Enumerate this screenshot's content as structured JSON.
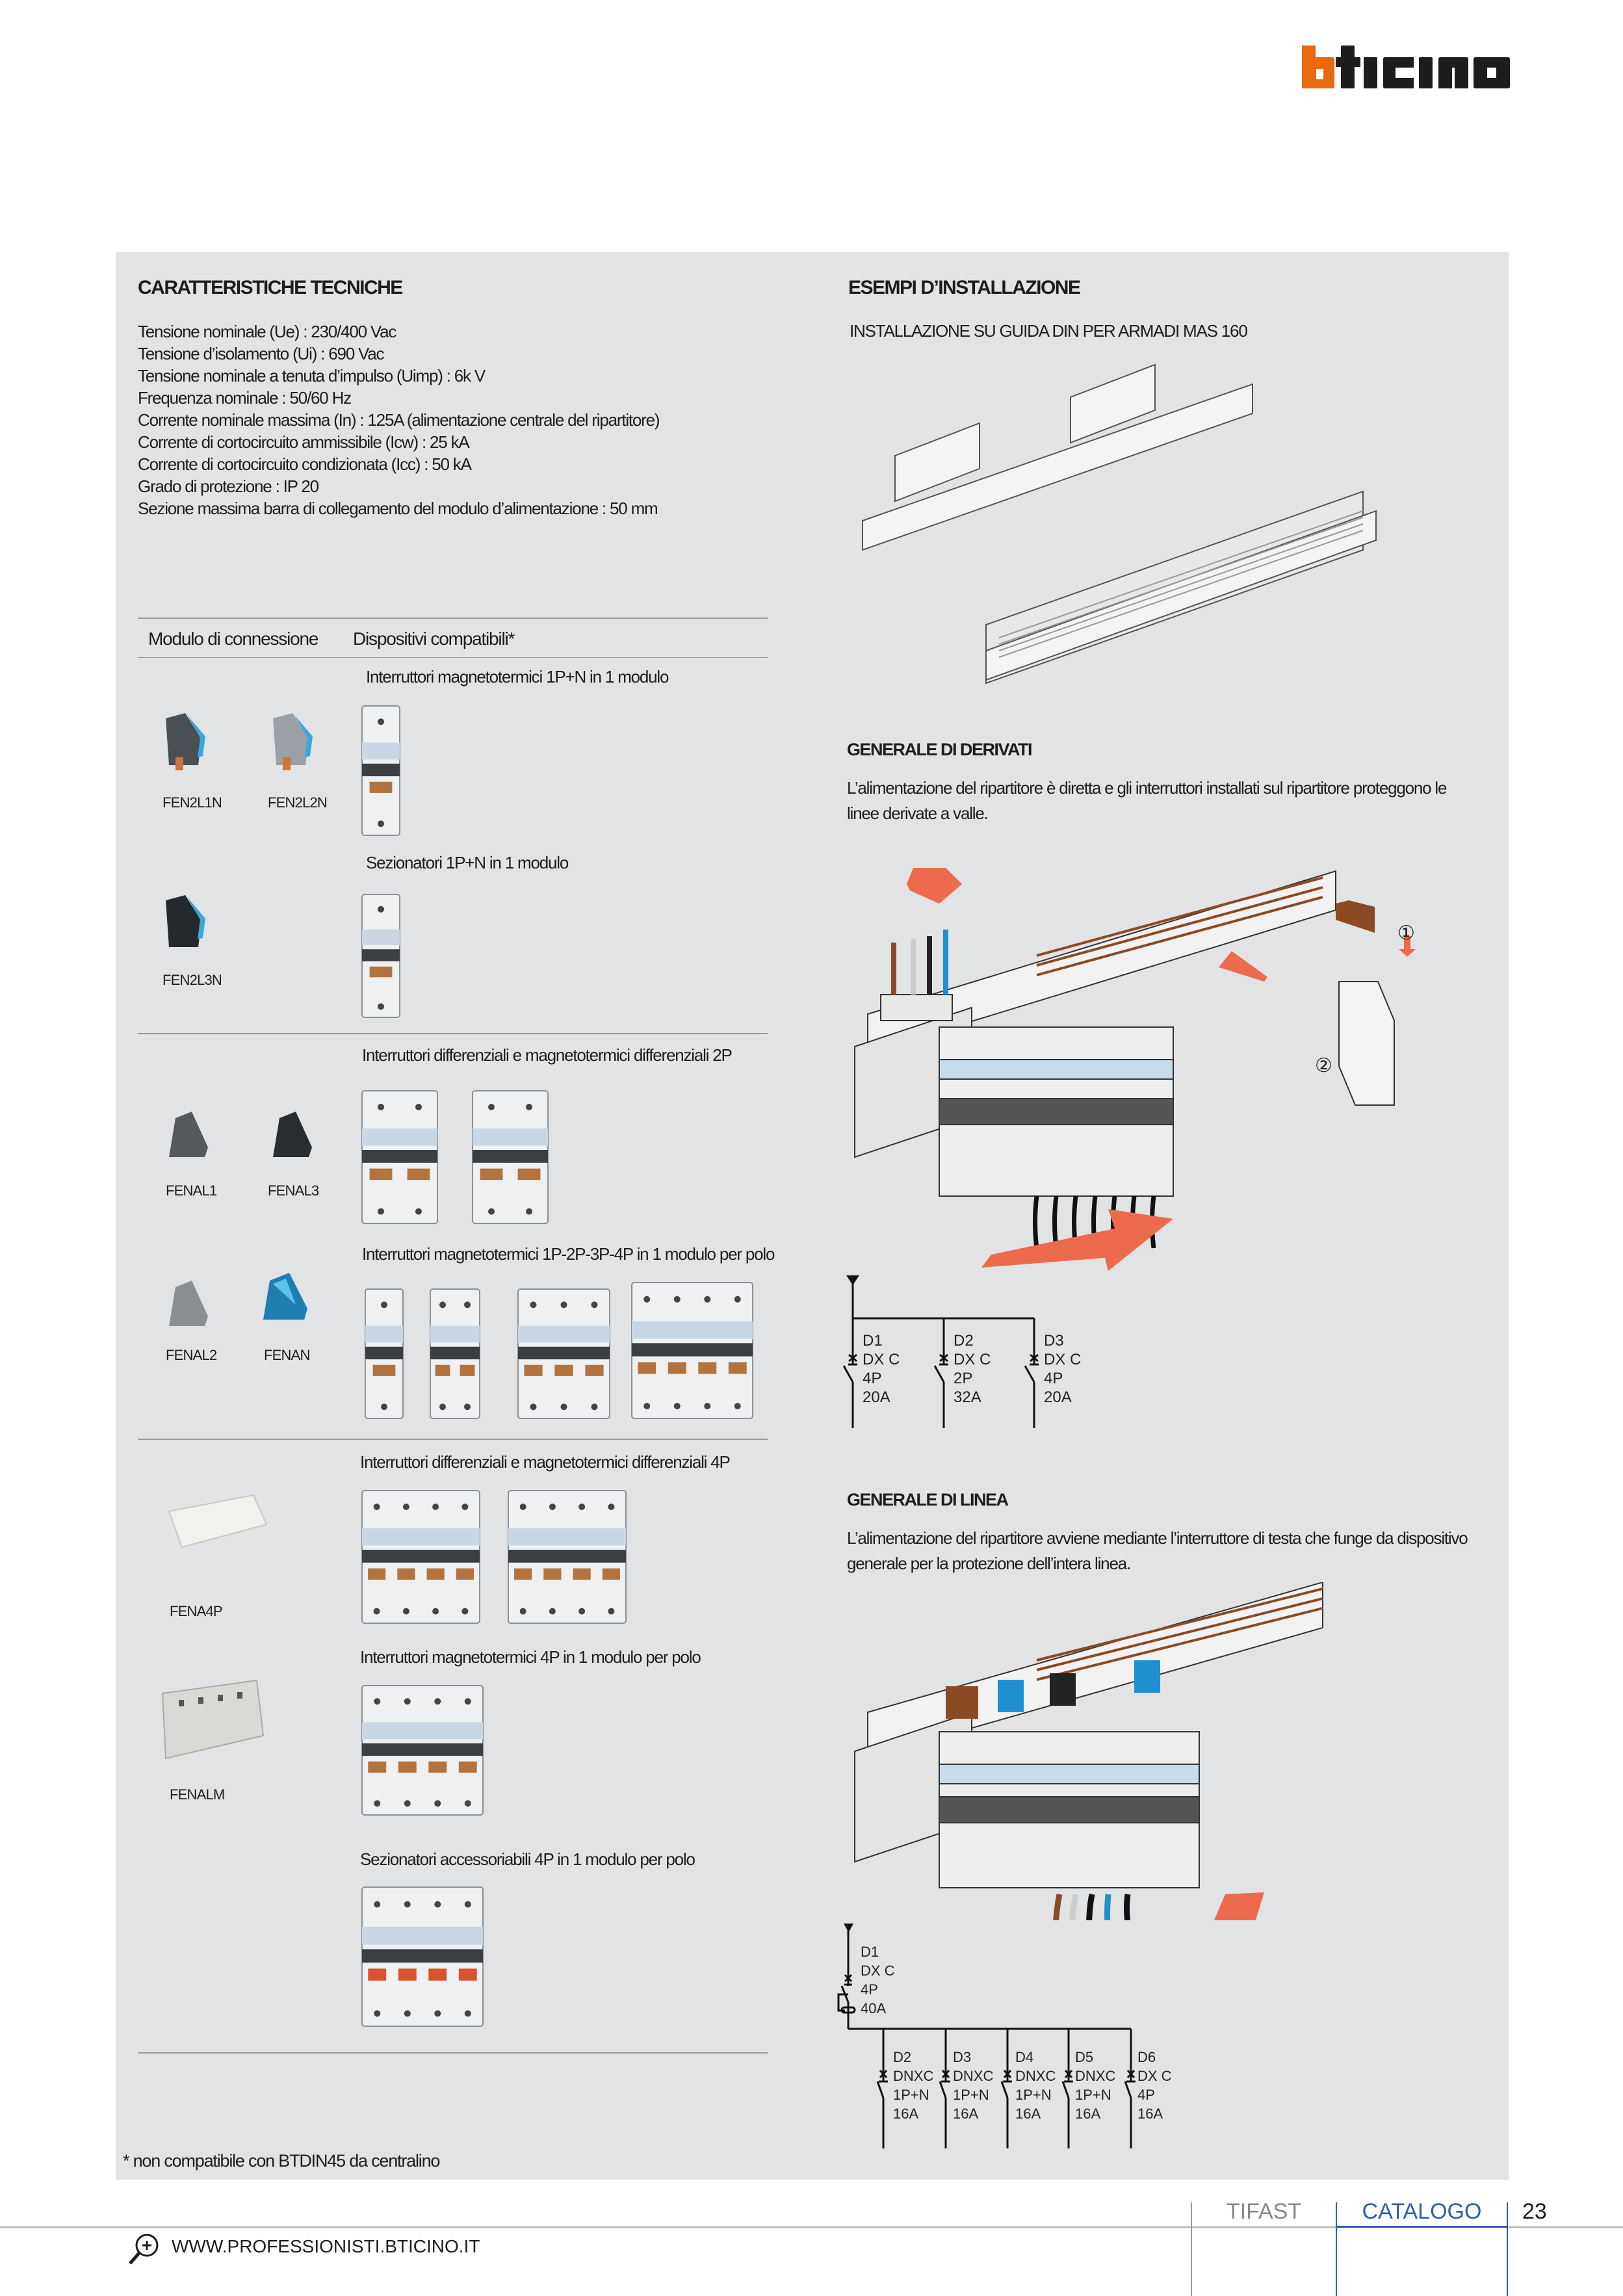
{
  "brand": {
    "logo_text": "bticino",
    "logo_accent": "#e8690f"
  },
  "left": {
    "title": "CARATTERISTICHE TECNICHE",
    "specs": [
      "Tensione nominale (Ue) : 230/400 Vac",
      "Tensione d’isolamento (Ui) : 690  Vac",
      "Tensione nominale a tenuta d’impulso (Uimp) : 6k V",
      "Frequenza nominale : 50/60 Hz",
      "Corrente nominale massima (In) : 125A (alimentazione centrale del ripartitore)",
      "Corrente di cortocircuito ammissibile (Icw) : 25 kA",
      "Corrente di cortocircuito condizionata (Icc) : 50 kA",
      "Grado di protezione : IP 20",
      "Sezione massima barra di collegamento del modulo d’alimentazione : 50 mm"
    ],
    "table": {
      "col1": "Modulo di connessione",
      "col2": "Dispositivi compatibili*",
      "sections": [
        "Interruttori magnetotermici 1P+N in 1 modulo",
        "Sezionatori 1P+N in 1 modulo",
        "Interruttori differenziali e magnetotermici  differenziali 2P",
        "Interruttori magnetotermici 1P-2P-3P-4P in 1 modulo per polo",
        "Interruttori differenziali e magnetotermici  differenziali 4P",
        "Interruttori magnetotermici 4P in 1 modulo per polo",
        "Sezionatori accessoriabili 4P in 1 modulo per polo"
      ],
      "codes": [
        "FEN2L1N",
        "FEN2L2N",
        "FEN2L3N",
        "FENAL1",
        "FENAL3",
        "FENAL2",
        "FENAN",
        "FENA4P",
        "FENALM"
      ]
    },
    "footnote": "* non compatibile con BTDIN45 da centralino"
  },
  "right": {
    "title": "ESEMPI D’INSTALLAZIONE",
    "subtitle": "INSTALLAZIONE SU GUIDA DIN PER ARMADI MAS 160",
    "derivati": {
      "title": "GENERALE DI DERIVATI",
      "desc1": "L’alimentazione del ripartitore è diretta e gli interruttori installati sul ripartitore proteggono le",
      "desc2": "linee derivate a valle.",
      "step1": "①",
      "step2": "②",
      "devices": [
        {
          "id": "D1",
          "type": "DX C",
          "poles": "4P",
          "rating": "20A"
        },
        {
          "id": "D2",
          "type": "DX C",
          "poles": "2P",
          "rating": "32A"
        },
        {
          "id": "D3",
          "type": "DX C",
          "poles": "4P",
          "rating": "20A"
        }
      ]
    },
    "linea": {
      "title": "GENERALE DI LINEA",
      "desc1": "L’alimentazione del ripartitore avviene mediante l’interruttore di testa che funge da dispositivo",
      "desc2": "generale per la protezione dell’intera linea.",
      "main": {
        "id": "D1",
        "type": "DX C",
        "poles": "4P",
        "rating": "40A"
      },
      "devices": [
        {
          "id": "D2",
          "type": "DNXC",
          "poles": "1P+N",
          "rating": "16A"
        },
        {
          "id": "D3",
          "type": "DNXC",
          "poles": "1P+N",
          "rating": "16A"
        },
        {
          "id": "D4",
          "type": "DNXC",
          "poles": "1P+N",
          "rating": "16A"
        },
        {
          "id": "D5",
          "type": "DNXC",
          "poles": "1P+N",
          "rating": "16A"
        },
        {
          "id": "D6",
          "type": "DX C",
          "poles": "4P",
          "rating": "16A"
        }
      ]
    }
  },
  "footer": {
    "url": "WWW.PROFESSIONISTI.BTICINO.IT",
    "section": "TIFAST",
    "catalog": "CATALOGO",
    "page": "23",
    "accent": "#2f5ea8"
  }
}
